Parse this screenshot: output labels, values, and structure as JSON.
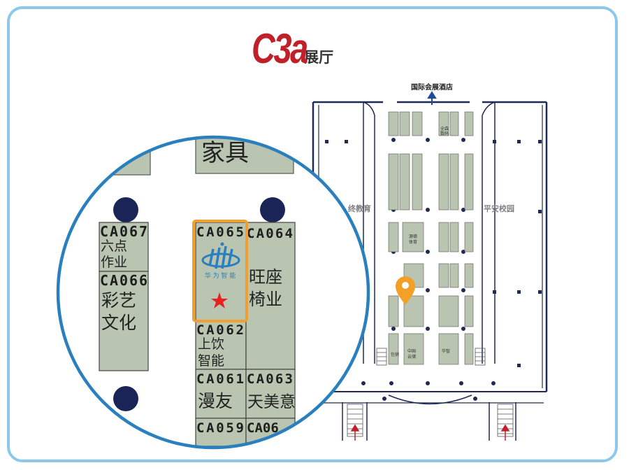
{
  "title": {
    "code": "C3a",
    "suffix": "展厅"
  },
  "map": {
    "top_label": "国际会展酒店",
    "left_label": "终教育",
    "right_label": "平安校园",
    "tiny_labels": [
      "全森",
      "数码",
      "源德",
      "体育",
      "中国",
      "云储",
      "华智",
      "包销"
    ]
  },
  "zoom": {
    "furniture_label": "家具",
    "booths": [
      {
        "code": "CA067",
        "name": "六点作业"
      },
      {
        "code": "CA066",
        "name": "彩艺文化"
      },
      {
        "code": "CA065",
        "name": ""
      },
      {
        "code": "CA064",
        "name": "旺座椅业"
      },
      {
        "code": "CA062",
        "name": "上饮智能"
      },
      {
        "code": "CA061",
        "name": "漫友"
      },
      {
        "code": "CA063",
        "name": "天美意"
      },
      {
        "code": "CA059",
        "name": ""
      },
      {
        "code": "CA06",
        "name": ""
      }
    ],
    "highlight_logo_text": "华 为 智 能"
  },
  "colors": {
    "booth": "#b9c5b1",
    "wall": "#1f2a55",
    "highlight": "#f0a030",
    "star": "#e8201e",
    "ring": "#2a7fbe",
    "pin": "#f2a027"
  }
}
